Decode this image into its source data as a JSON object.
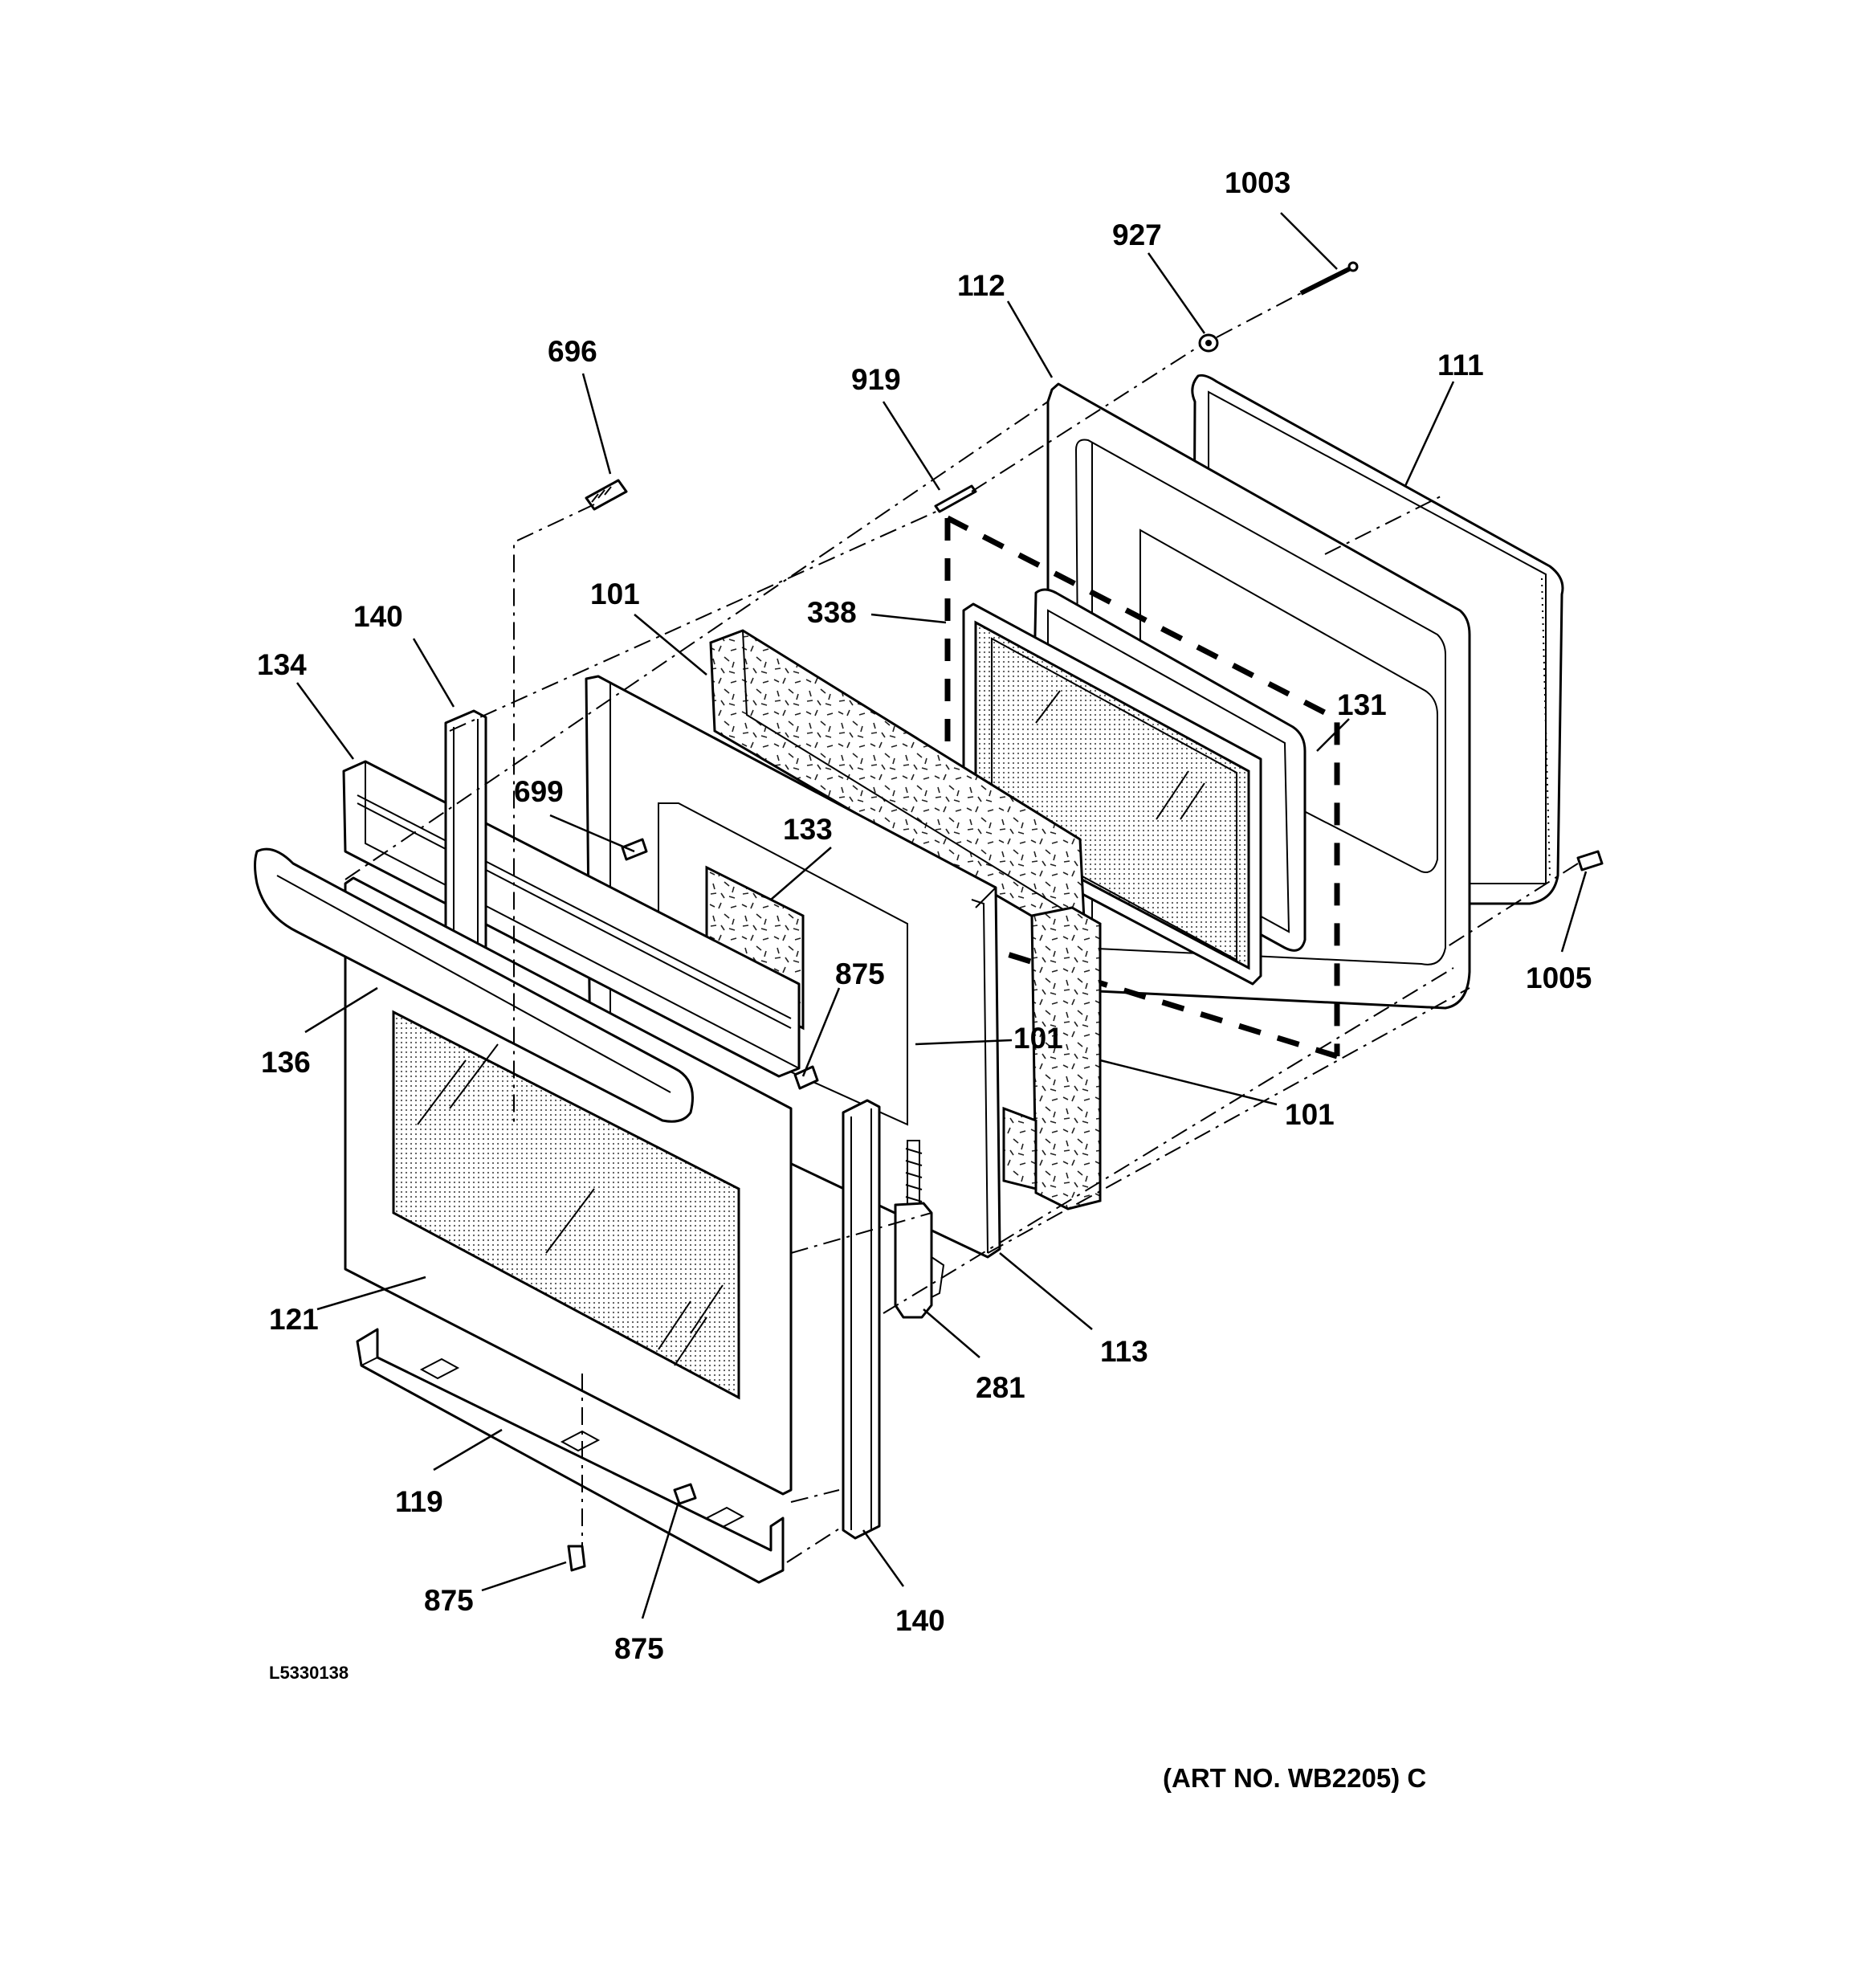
{
  "diagram": {
    "drawing_code": "L5330138",
    "art_number": "(ART NO. WB2205) C",
    "callouts": [
      {
        "id": "c1003",
        "label": "1003"
      },
      {
        "id": "c927",
        "label": "927"
      },
      {
        "id": "c112",
        "label": "112"
      },
      {
        "id": "c111",
        "label": "111"
      },
      {
        "id": "c696",
        "label": "696"
      },
      {
        "id": "c919",
        "label": "919"
      },
      {
        "id": "c101a",
        "label": "101"
      },
      {
        "id": "c338",
        "label": "338"
      },
      {
        "id": "c140a",
        "label": "140"
      },
      {
        "id": "c134",
        "label": "134"
      },
      {
        "id": "c131",
        "label": "131"
      },
      {
        "id": "c699",
        "label": "699"
      },
      {
        "id": "c133",
        "label": "133"
      },
      {
        "id": "c1005",
        "label": "1005"
      },
      {
        "id": "c875a",
        "label": "875"
      },
      {
        "id": "c101b",
        "label": "101"
      },
      {
        "id": "c136",
        "label": "136"
      },
      {
        "id": "c101c",
        "label": "101"
      },
      {
        "id": "c121",
        "label": "121"
      },
      {
        "id": "c113",
        "label": "113"
      },
      {
        "id": "c281",
        "label": "281"
      },
      {
        "id": "c119",
        "label": "119"
      },
      {
        "id": "c875b",
        "label": "875"
      },
      {
        "id": "c875c",
        "label": "875"
      },
      {
        "id": "c140b",
        "label": "140"
      }
    ]
  }
}
